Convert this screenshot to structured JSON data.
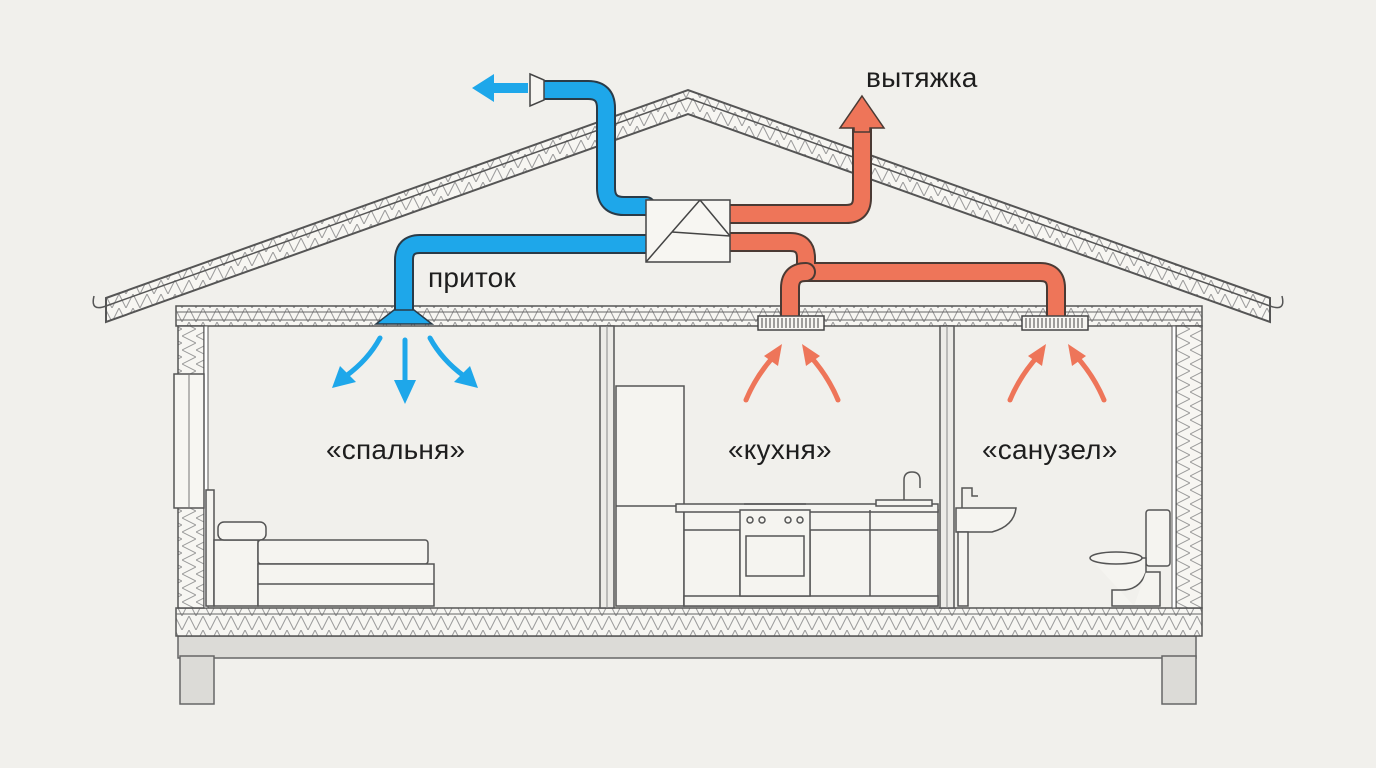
{
  "labels": {
    "exhaust": "вытяжка",
    "supply": "приток",
    "bedroom": "«спальня»",
    "kitchen": "«кухня»",
    "bathroom": "«санузел»"
  },
  "colors": {
    "supply_duct": "#1ea7ea",
    "exhaust_duct": "#ee7559",
    "line": "#555555",
    "background": "#f1f0ec"
  },
  "icons": [
    "supply-arrow-icon",
    "exhaust-arrow-icon",
    "heat-recovery-unit",
    "exhaust-grille-icon",
    "supply-diffuser-icon",
    "bed-icon",
    "fridge-icon",
    "stove-icon",
    "faucet-icon",
    "sink-icon",
    "toilet-icon"
  ]
}
